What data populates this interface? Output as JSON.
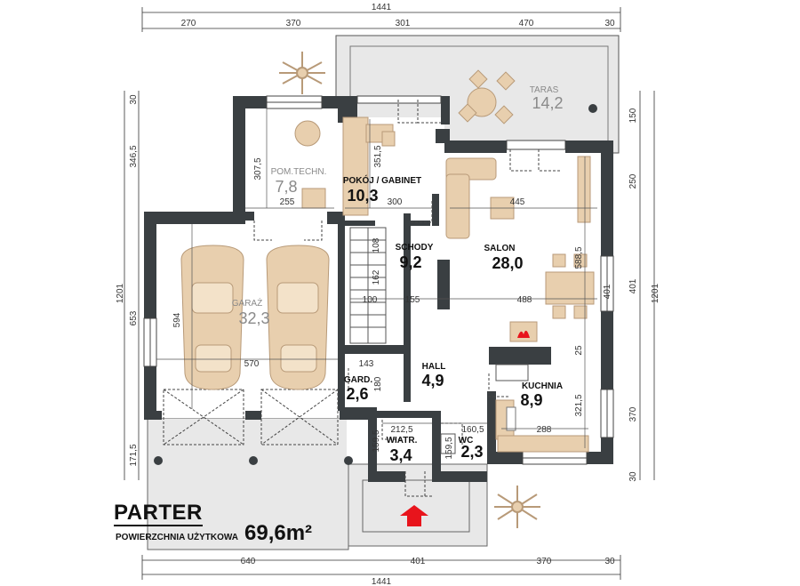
{
  "plan": {
    "title": "PARTER",
    "subtitle": "POWIERZCHNIA UŻYTKOWA",
    "total_area": "69,6m²"
  },
  "dimensions": {
    "top_total": "1441",
    "top_segments": [
      "270",
      "370",
      "301",
      "470",
      "30"
    ],
    "bottom_total": "1441",
    "bottom_segments": [
      "640",
      "401",
      "370",
      "30"
    ],
    "left_outer": "1201",
    "left_segments": [
      "30",
      "346,5",
      "653",
      "171,5"
    ],
    "right_outer": "1201",
    "right_segments": [
      "150",
      "250",
      "401",
      "370",
      "30"
    ],
    "interior": [
      "307,5",
      "255",
      "351,5",
      "300",
      "445",
      "594",
      "570",
      "108",
      "162",
      "100",
      "155",
      "488",
      "588,5",
      "25",
      "321,5",
      "143",
      "180",
      "212,5",
      "159,5",
      "160,5",
      "159,5",
      "288",
      "401"
    ]
  },
  "rooms": [
    {
      "id": "taras",
      "name": "TARAS",
      "area": "14,2"
    },
    {
      "id": "pom-techn",
      "name": "POM.TECHN.",
      "area": "7,8"
    },
    {
      "id": "pokoj-gabinet",
      "name": "POKÓJ / GABINET",
      "area": "10,3"
    },
    {
      "id": "schody",
      "name": "SCHODY",
      "area": "9,2"
    },
    {
      "id": "salon",
      "name": "SALON",
      "area": "28,0"
    },
    {
      "id": "garaz",
      "name": "GARAŻ",
      "area": "32,3"
    },
    {
      "id": "hall",
      "name": "HALL",
      "area": "4,9"
    },
    {
      "id": "gard",
      "name": "GARD.",
      "area": "2,6"
    },
    {
      "id": "kuchnia",
      "name": "KUCHNIA",
      "area": "8,9"
    },
    {
      "id": "wiatr",
      "name": "WIATR.",
      "area": "3,4"
    },
    {
      "id": "wc",
      "name": "WC",
      "area": "2,3"
    }
  ],
  "colors": {
    "wall": "#3a3f42",
    "furniture": "#e8cfae",
    "entrance_arrow": "#e8141c",
    "outdoor": "#e8e8e8"
  },
  "icons": [
    "plant-icon",
    "entrance-arrow-icon",
    "fireplace-icon"
  ]
}
